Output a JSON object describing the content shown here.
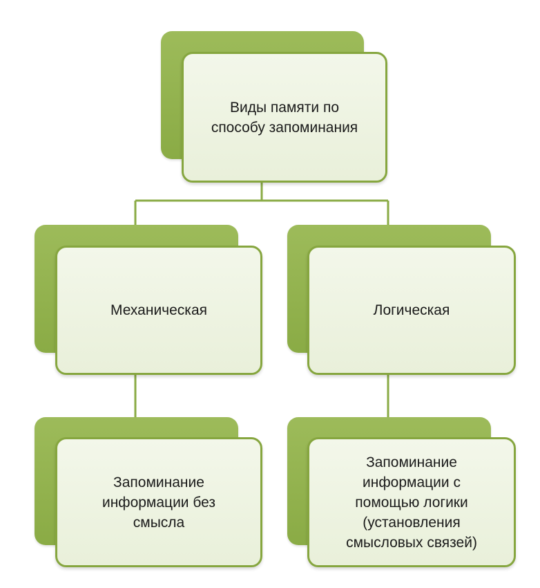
{
  "diagram": {
    "root": "Виды памяти по\nспособу запоминания",
    "left": {
      "title": "Механическая",
      "child": "Запоминание\nинформации без\nсмысла"
    },
    "right": {
      "title": "Логическая",
      "child": "Запоминание\nинформации с\nпомощью логики\n(установления\nсмысловых связей)"
    }
  },
  "colors": {
    "accent": "#8aab45",
    "border": "#86a63f",
    "fill": "#eef3e2"
  }
}
